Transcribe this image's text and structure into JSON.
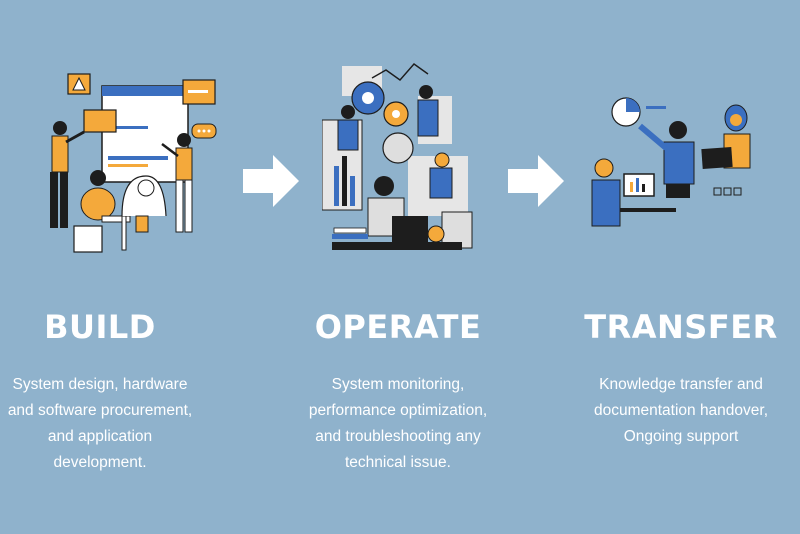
{
  "stages": [
    {
      "title": "BUILD",
      "description": "System design, hardware\nand software procurement,\nand application\ndevelopment.",
      "illustration_icon": "build-team-icon"
    },
    {
      "title": "OPERATE",
      "description": "System monitoring,\nperformance optimization,\nand troubleshooting any\ntechnical issue.",
      "illustration_icon": "operate-team-icon"
    },
    {
      "title": "TRANSFER",
      "description": "Knowledge transfer and\ndocumentation handover,\nOngoing support",
      "illustration_icon": "transfer-team-icon"
    }
  ],
  "connectors": [
    {
      "icon": "arrow-right-icon"
    },
    {
      "icon": "arrow-right-icon"
    }
  ],
  "colors": {
    "background": "#8fb2cc",
    "accent_orange": "#f4a93b",
    "accent_blue": "#3b6fc0",
    "ink": "#1d1d1d",
    "text": "#ffffff"
  }
}
